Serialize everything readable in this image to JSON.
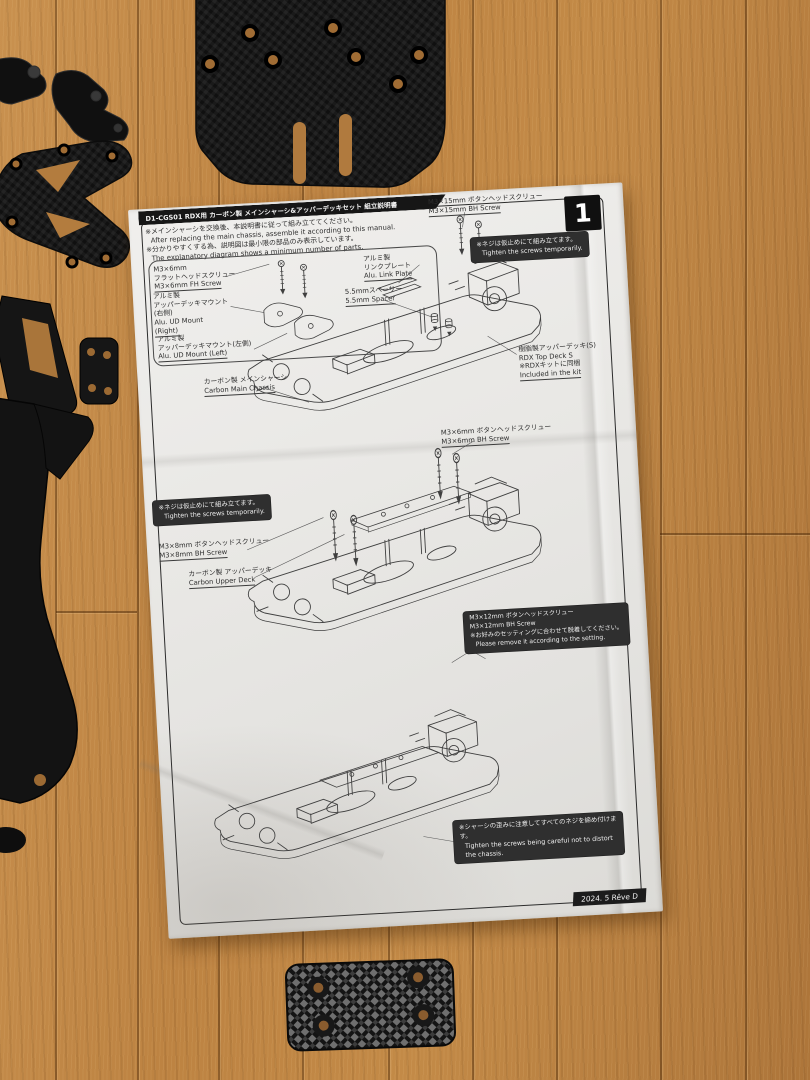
{
  "scene": {
    "description": "Printed RC chassis assembly instruction sheet lying on a wooden floor, surrounded by carbon fiber and black plastic chassis parts"
  },
  "colors": {
    "wood": "#bd8544",
    "paper": "#eae9e6",
    "ink": "#2e2e2e",
    "note_box": "#2f2f2f",
    "carbon": "#1b1b1b",
    "header_bar": "#161616"
  },
  "manual": {
    "header_title": "D1-CGS01 RDX用 カーボン製 メインシャーシ&アッパーデッキセット 組立説明書",
    "step_number": "1",
    "intro": {
      "jp1": "※メインシャーシを交換後、本説明書に従って組み立ててください。",
      "en1": "After replacing the main chassis, assemble it according to this manual.",
      "jp2": "※分かりやすくする為、説明図は最小限の部品のみ表示しています。",
      "en2": "The explanatory diagram shows a minimum number of parts."
    },
    "note_temp1": {
      "jp": "※ネジは仮止めにて組み立てます。",
      "en": "Tighten the screws temporarily."
    },
    "note_temp2": {
      "jp": "※ネジは仮止めにて組み立てます。",
      "en": "Tighten the screws temporarily."
    },
    "labels": {
      "m3x15": {
        "jp": "M3×15mm ボタンヘッドスクリュー",
        "en": "M3×15mm BH Screw"
      },
      "m3x6fh": {
        "jp1": "M3×6mm",
        "jp2": "フラットヘッドスクリュー",
        "en": "M3×6mm FH Screw"
      },
      "link_plate": {
        "jp1": "アルミ製",
        "jp2": "リンクプレート",
        "en": "Alu. Link Plate"
      },
      "ud_mount_r": {
        "jp1": "アルミ製",
        "jp2": "アッパーデッキマウント",
        "jp3": "(右側)",
        "en1": "Alu. UD Mount",
        "en2": "(Right)"
      },
      "ud_mount_l": {
        "jp1": "アルミ製",
        "jp2": "アッパーデッキマウント(左側)",
        "en": "Alu. UD Mount (Left)"
      },
      "spacer": {
        "jp": "5.5mmスペーサー",
        "en": "5.5mm Spacer"
      },
      "top_deck": {
        "jp1": "樹脂製アッパーデッキ(S)",
        "en1": "RDX Top Deck S",
        "jp2": "※RDXキットに同梱",
        "en2": "Included in the kit"
      },
      "main_chassis": {
        "jp": "カーボン製 メインシャーシ",
        "en": "Carbon Main Chassis"
      },
      "m3x6bh": {
        "jp": "M3×6mm ボタンヘッドスクリュー",
        "en": "M3×6mm BH Screw"
      },
      "m3x8bh": {
        "jp": "M3×8mm ボタンヘッドスクリュー",
        "en": "M3×8mm BH Screw"
      },
      "upper_deck": {
        "jp": "カーボン製 アッパーデッキ",
        "en": "Carbon Upper Deck"
      }
    },
    "note_m3x12": {
      "jp1": "M3×12mm ボタンヘッドスクリュー",
      "en1": "M3×12mm BH Screw",
      "jp2": "※お好みのセッティングに合わせて脱着してください。",
      "en2": "Please remove it according to the setting."
    },
    "note_final": {
      "jp": "※シャーシの歪みに注意してすべてのネジを締め付けます。",
      "en": "Tighten the screws being careful not to distort the chassis."
    },
    "footer": "2024. 5 Rêve D"
  }
}
